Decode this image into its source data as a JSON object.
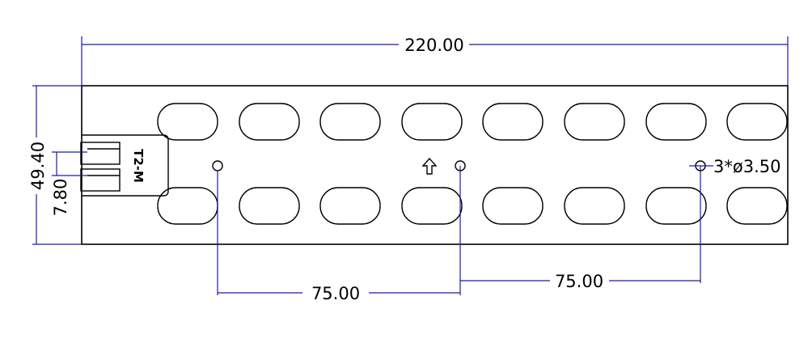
{
  "drawing": {
    "overall_length": "220.00",
    "overall_width": "49.40",
    "connector_pin_spacing": "7.80",
    "hole_spacing_left": "75.00",
    "hole_spacing_right": "75.00",
    "hole_callout": "3*ø3.50",
    "connector_label": "T2-M"
  },
  "colors": {
    "outline": "#000000",
    "dimension": "#1a1aa8"
  }
}
